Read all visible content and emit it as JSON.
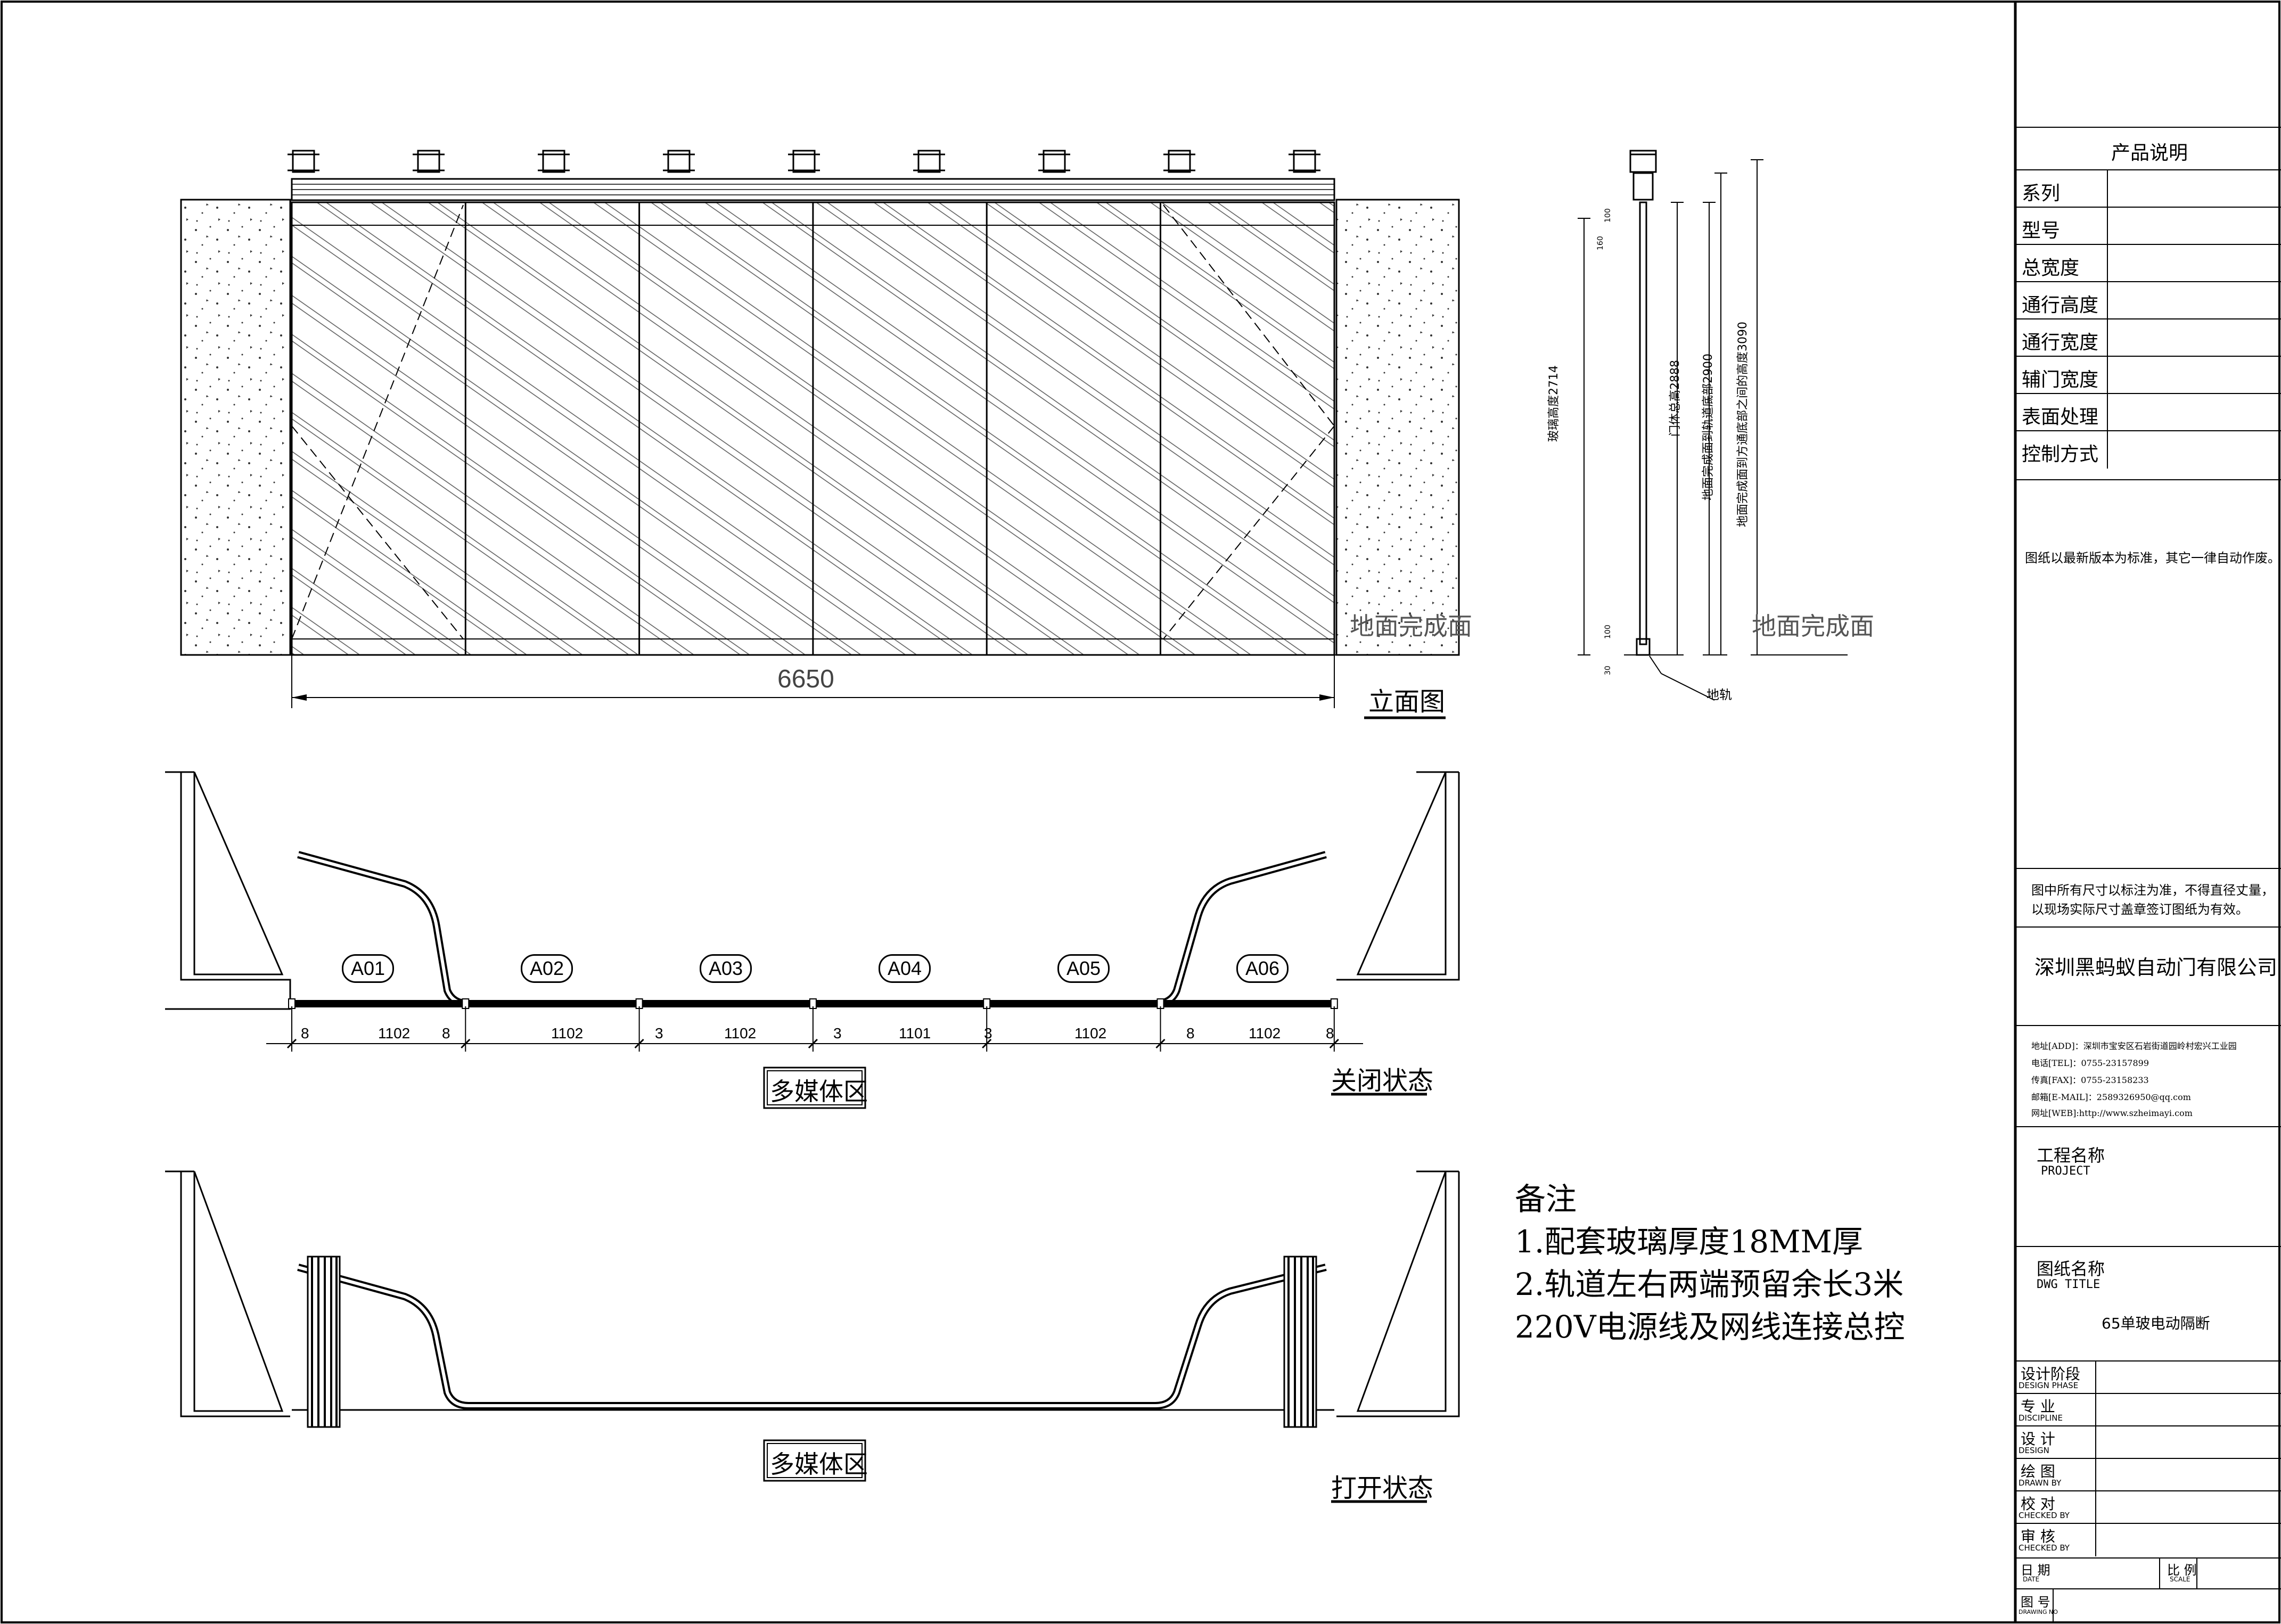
{
  "elevation": {
    "width_dim": "6650",
    "floor_label_left": "地面完成面",
    "floor_label_right": "地面完成面",
    "title": "立面图"
  },
  "section": {
    "dims": [
      "玻璃高度2714",
      "门体总高2888",
      "地面完成面到轨道底部2900",
      "地面完成面到方通底部之间的高度3090"
    ],
    "small_dims": [
      "100",
      "160",
      "100",
      "30"
    ],
    "track_label": "地轨"
  },
  "plan_closed": {
    "panels": [
      "A01",
      "A02",
      "A03",
      "A04",
      "A05",
      "A06"
    ],
    "dims": [
      "8",
      "1102",
      "8",
      "1102",
      "3",
      "1102",
      "3",
      "1101",
      "3",
      "1102",
      "8",
      "1102",
      "8"
    ],
    "zone_label": "多媒体区",
    "state_label": "关闭状态"
  },
  "plan_open": {
    "zone_label": "多媒体区",
    "state_label": "打开状态"
  },
  "notes": {
    "heading": "备注",
    "lines": [
      "1.配套玻璃厚度18MM厚",
      "2.轨道左右两端预留余长3米",
      "220V电源线及网线连接总控"
    ]
  },
  "title_block": {
    "product_heading": "产品说明",
    "fields": [
      "系列",
      "型号",
      "总宽度",
      "通行高度",
      "通行宽度",
      "辅门宽度",
      "表面处理",
      "控制方式"
    ],
    "note1": "图纸以最新版本为标准，其它一律自动作废。",
    "note2_line1": "图中所有尺寸以标注为准，不得直径丈量，",
    "note2_line2": "以现场实际尺寸盖章签订图纸为有效。",
    "company": "深圳黑蚂蚁自动门有限公司",
    "address": "地址[ADD]：深圳市宝安区石岩街道园岭村宏兴工业园",
    "tel": "电话[TEL]：0755-23157899",
    "fax": "传真[FAX]：0755-23158233",
    "email": "邮箱[E-MAIL]：2589326950@qq.com",
    "web": "网址[WEB]:http://www.szheimayi.com",
    "project_cn": "工程名称",
    "project_en": "PROJECT",
    "dwg_cn": "图纸名称",
    "dwg_en": "DWG TITLE",
    "dwg_value": "65单玻电动隔断",
    "sign_rows": [
      {
        "cn": "设计阶段",
        "en": "DESIGN PHASE"
      },
      {
        "cn": "专 业",
        "en": "DISCIPLINE"
      },
      {
        "cn": "设 计",
        "en": "DESIGN"
      },
      {
        "cn": "绘 图",
        "en": "DRAWN BY"
      },
      {
        "cn": "校 对",
        "en": "CHECKED BY"
      },
      {
        "cn": "审 核",
        "en": "CHECKED BY"
      }
    ],
    "date_cn": "日 期",
    "date_en": "DATE",
    "scale_cn": "比 例",
    "scale_en": "SCALE",
    "dwgno_cn": "图 号",
    "dwgno_en": "DRAWING NO"
  }
}
